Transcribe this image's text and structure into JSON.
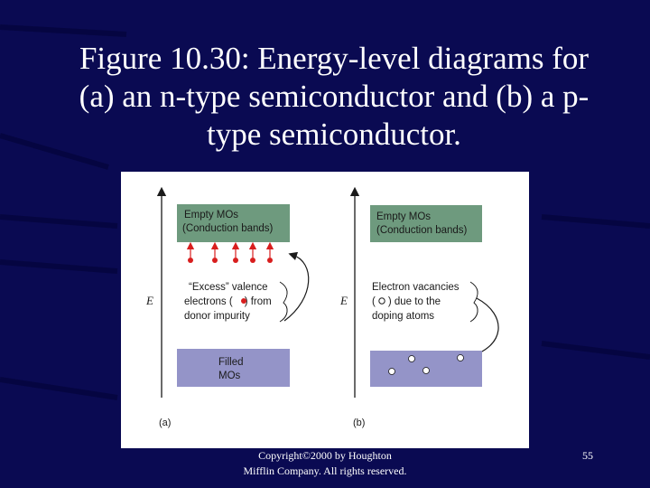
{
  "slide": {
    "title_line1": "Figure 10.30: Energy-level diagrams for",
    "title_line2": "(a) an n-type semiconductor and (b) a p-",
    "title_line3": "type semiconductor.",
    "copyright_line1": "Copyright©2000 by Houghton",
    "copyright_line2": "Mifflin Company. All rights reserved.",
    "slide_number": "55"
  },
  "colors": {
    "background": "#0a0a52",
    "conduction_band": "#6e9a7e",
    "valence_band": "#9494c8",
    "electron_dot": "#d81e1e"
  },
  "figure": {
    "axis_label": "E",
    "panel_a": {
      "label": "(a)",
      "conduction_line1": "Empty MOs",
      "conduction_line2": "(Conduction bands)",
      "impurity_line1": "“Excess” valence",
      "impurity_line2a": "electrons (",
      "impurity_line2b": ") from",
      "impurity_line3": "donor impurity",
      "valence_line1": "Filled",
      "valence_line2": "MOs"
    },
    "panel_b": {
      "label": "(b)",
      "conduction_line1": "Empty MOs",
      "conduction_line2": "(Conduction bands)",
      "vacancy_line1": "Electron vacancies",
      "vacancy_line2a": "(",
      "vacancy_line2b": ") due to the",
      "vacancy_line3": "doping atoms"
    }
  }
}
